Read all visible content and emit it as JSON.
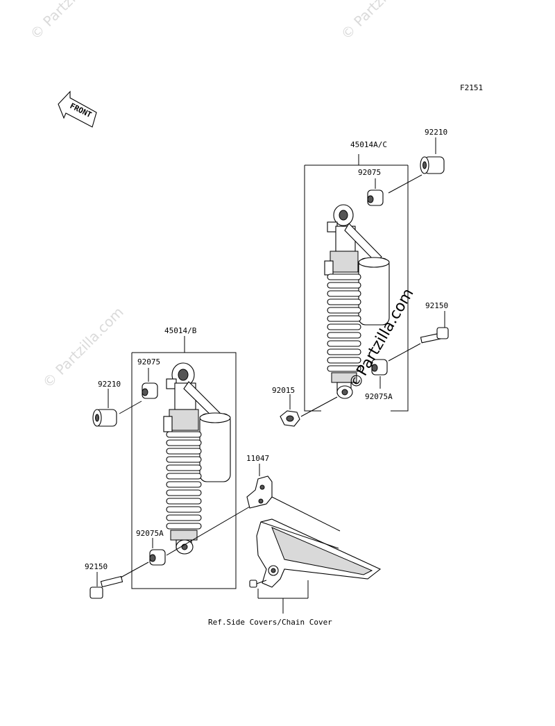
{
  "figure_code": "F2151",
  "front_arrow_label": "FRONT",
  "callouts": {
    "shock_right_assembly": "45014A/C",
    "shock_left_assembly": "45014/B",
    "collar_top_right": "92210",
    "bushing_top_right": "92075",
    "bolt_right": "92150",
    "bushing_bottom_right": "92075A",
    "nut_right": "92015",
    "bushing_top_left": "92075",
    "collar_top_left": "92210",
    "bushing_bottom_left": "92075A",
    "bolt_left": "92150",
    "bracket": "11047"
  },
  "reference_note": "Ref.Side Covers/Chain Cover",
  "watermarks": {
    "diagonal_main": "©Partzilla.com",
    "faint": "© Partzilla.com"
  }
}
